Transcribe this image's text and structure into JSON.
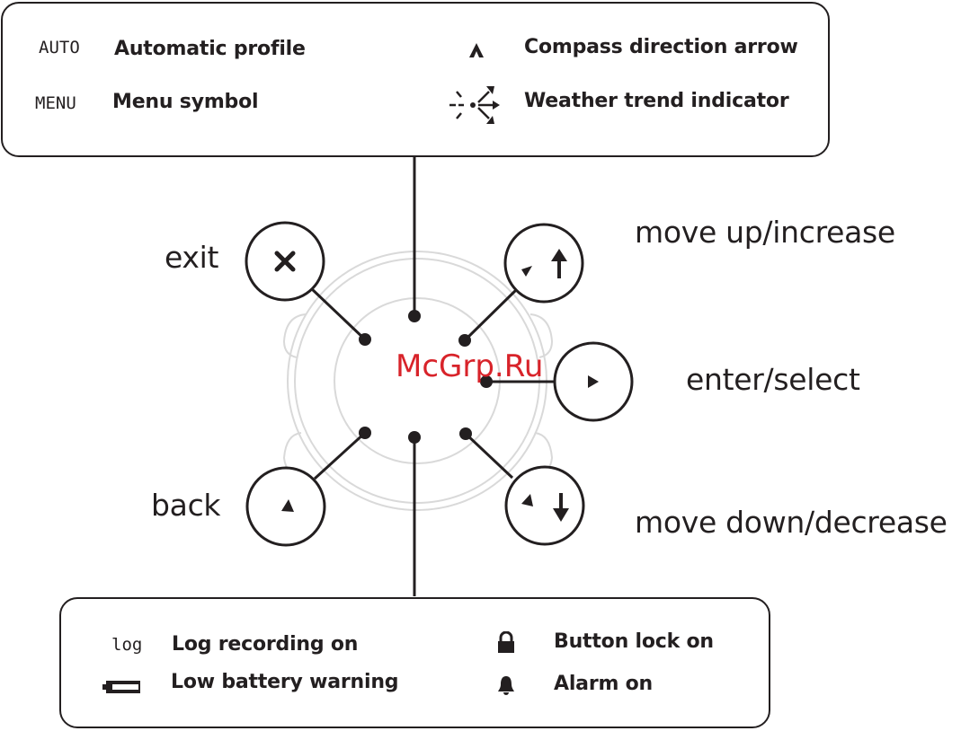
{
  "top_panel": {
    "items": [
      {
        "symbol": "AUTO",
        "label": "Automatic profile"
      },
      {
        "symbol": "MENU",
        "label": "Menu symbol"
      },
      {
        "symbol": "compass-arrow-icon",
        "label": "Compass direction arrow"
      },
      {
        "symbol": "weather-trend-icon",
        "label": "Weather trend indicator"
      }
    ]
  },
  "bottom_panel": {
    "items": [
      {
        "symbol": "log",
        "label": "Log recording on"
      },
      {
        "symbol": "battery-icon",
        "label": "Low battery warning"
      },
      {
        "symbol": "lock-icon",
        "label": "Button lock on"
      },
      {
        "symbol": "bell-icon",
        "label": "Alarm on"
      }
    ]
  },
  "buttons": {
    "exit": "exit",
    "back": "back",
    "up": "move up/increase",
    "select": "enter/select",
    "down": "move down/decrease"
  },
  "watermark": "McGrp.Ru",
  "colors": {
    "ink": "#231f20",
    "watch_outline": "#d9d9d9",
    "watermark": "#d8232a"
  }
}
